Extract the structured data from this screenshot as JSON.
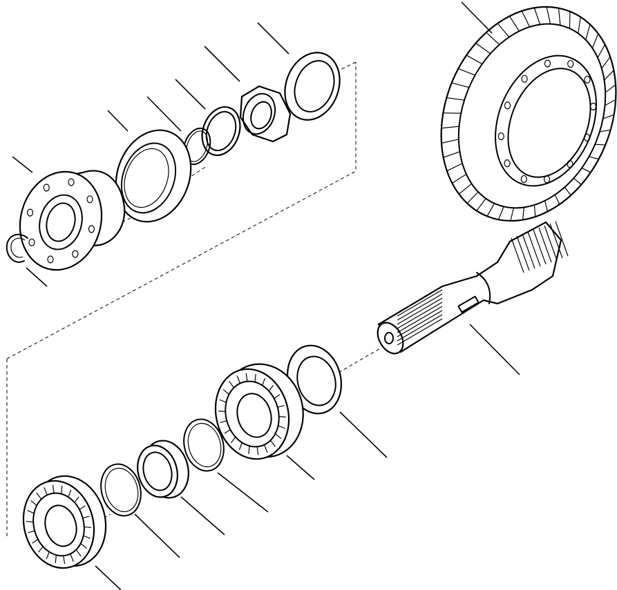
{
  "diagram": {
    "type": "exploded-parts-view",
    "parts": [
      {
        "name": "ring-gear",
        "callout": true
      },
      {
        "name": "thrust-washer",
        "callout": true
      },
      {
        "name": "castellated-nut",
        "callout": true
      },
      {
        "name": "washer-ring",
        "callout": true
      },
      {
        "name": "snap-ring",
        "callout": true
      },
      {
        "name": "seal",
        "callout": true
      },
      {
        "name": "flange-yoke",
        "callout": true
      },
      {
        "name": "circlip",
        "callout": true
      },
      {
        "name": "pinion-shaft",
        "callout": true
      },
      {
        "name": "shim-washer",
        "callout": true
      },
      {
        "name": "tapered-bearing-large",
        "callout": true
      },
      {
        "name": "shim-ring",
        "callout": true
      },
      {
        "name": "spacer-collar",
        "callout": true
      },
      {
        "name": "snap-ring-lower",
        "callout": true
      },
      {
        "name": "tapered-bearing-small",
        "callout": true
      }
    ]
  }
}
